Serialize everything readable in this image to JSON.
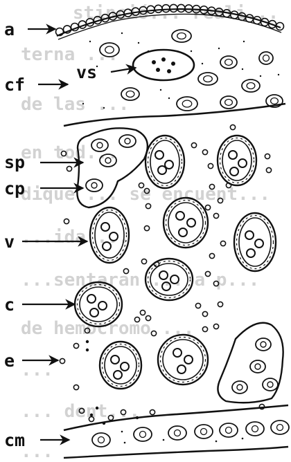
{
  "labels": {
    "a": "a",
    "cf": "cf",
    "vs": "vs",
    "sp": "sp",
    "cp": "cp",
    "v": "v",
    "c": "c",
    "e": "e",
    "cm": "cm"
  },
  "background_text_lines": [
    "stinció... reali...",
    "terna ...",
    "de las ... ",
    "en tod...",
    "dique ... se encuent...",
    "...ida ...",
    "...sentaran ... a p...",
    "de hemocromo ...",
    "...",
    "... dent...",
    "..."
  ],
  "colors": {
    "ink": "#111111",
    "ghost_text": "#d2d2d2",
    "paper": "#ffffff"
  }
}
